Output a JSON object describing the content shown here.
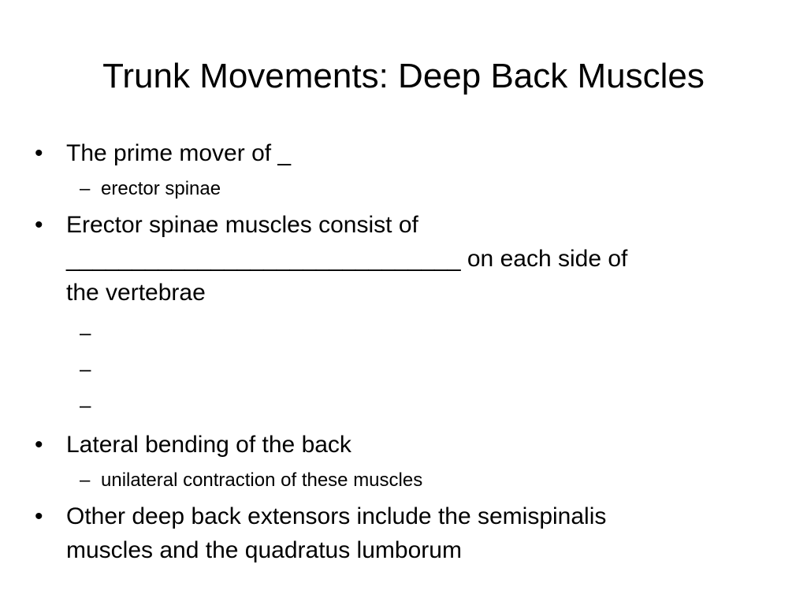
{
  "slide": {
    "title": "Trunk Movements: Deep Back Muscles",
    "bullet_glyph": "•",
    "dash_glyph": "–",
    "items": [
      {
        "text": "The prime mover of _",
        "subitems": [
          "erector spinae"
        ]
      },
      {
        "text": "Erector spinae muscles consist of",
        "text_line2": "______________________________ on each side of",
        "text_line3": "the vertebrae",
        "subitems": [
          "",
          "",
          ""
        ]
      },
      {
        "text": "Lateral bending of the back",
        "subitems": [
          "unilateral contraction of these muscles"
        ]
      },
      {
        "text": "Other deep back extensors include the semispinalis",
        "text_line2": "muscles and the quadratus lumborum",
        "subitems": []
      }
    ]
  }
}
